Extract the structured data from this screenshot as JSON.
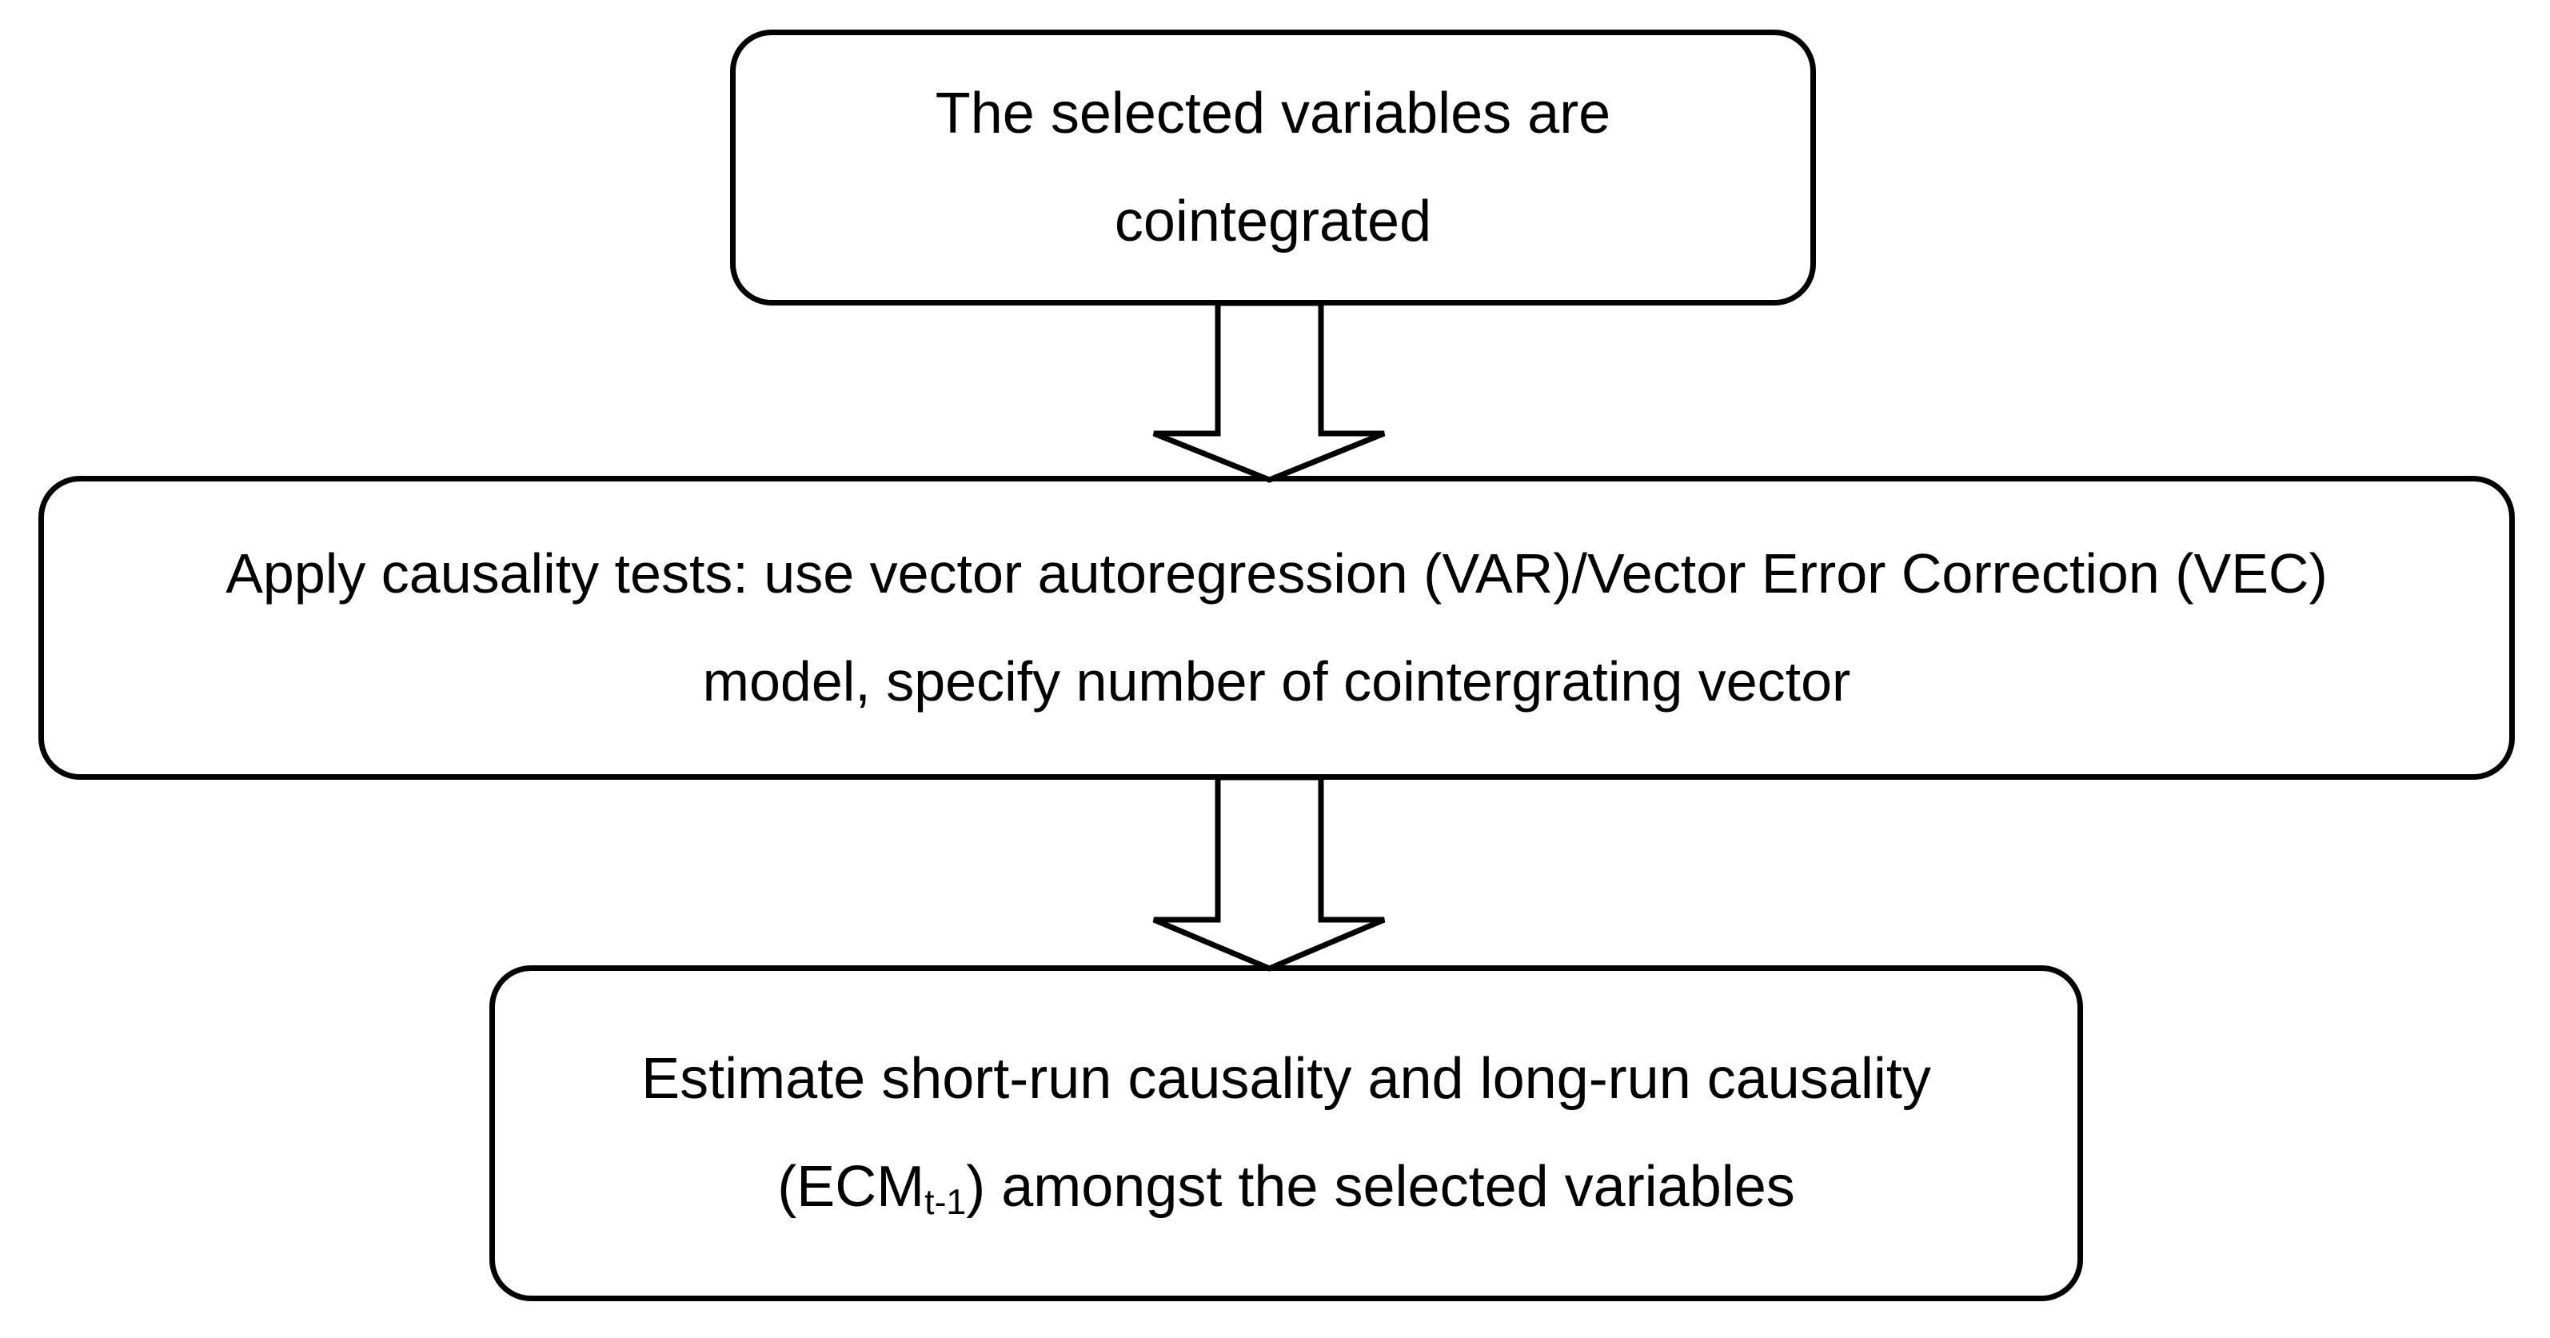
{
  "page": {
    "background_color": "#ffffff",
    "ink_color": "#000000"
  },
  "flowchart": {
    "box_top": {
      "line1": "The selected variables are",
      "line2": "cointegrated"
    },
    "box_middle": {
      "line1": "Apply causality tests: use vector autoregression (VAR)/Vector Error Correction (VEC)",
      "line2": "model, specify number of cointergrating vector"
    },
    "box_bottom": {
      "line1": "Estimate short-run causality and long-run causality",
      "line2_prefix": "(ECM",
      "line2_subscript": "t-1",
      "line2_suffix": ") amongst the selected variables"
    }
  }
}
